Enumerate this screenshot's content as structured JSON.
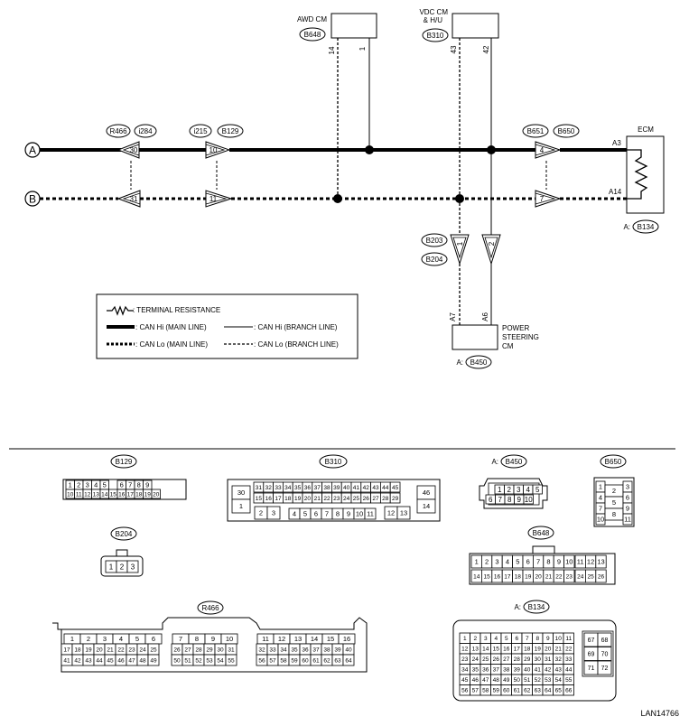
{
  "lines": {
    "a": "A",
    "b": "B"
  },
  "modules": {
    "awd": {
      "name": "AWD CM",
      "conn": "B648",
      "pin_lo": "14",
      "pin_hi": "1"
    },
    "vdc": {
      "name1": "VDC CM",
      "name2": "& H/U",
      "conn": "B310",
      "pin_lo": "43",
      "pin_hi": "42"
    },
    "ecm": {
      "name": "ECM",
      "pin_hi": "A3",
      "pin_lo": "A14",
      "conn": "B134",
      "conn_prefix": "A:"
    },
    "ps": {
      "name1": "POWER",
      "name2": "STEERING",
      "name3": "CM",
      "pin_lo": "A7",
      "pin_hi": "A6",
      "conn": "B450",
      "conn_prefix": "A:"
    }
  },
  "joints": {
    "j1": {
      "left": "R466",
      "right": "i284",
      "hi": "30",
      "lo": "31"
    },
    "j2": {
      "left": "i215",
      "right": "B129",
      "hi": "10",
      "lo": "11"
    },
    "j3": {
      "left": "B651",
      "right": "B650",
      "hi": "4",
      "lo": "7"
    },
    "j4": {
      "top": "B203",
      "bottom": "B204",
      "lo": "1",
      "hi": "2"
    }
  },
  "legend": {
    "terminal": ": TERMINAL RESISTANCE",
    "hi_main": ": CAN Hi (MAIN LINE)",
    "hi_branch": ": CAN Hi (BRANCH LINE)",
    "lo_main": ": CAN Lo (MAIN LINE)",
    "lo_branch": ": CAN Lo (BRANCH LINE)"
  },
  "connectors": {
    "b129": {
      "label": "B129",
      "row1": [
        "1",
        "2",
        "3",
        "4",
        "5",
        "",
        "6",
        "7",
        "8",
        "9"
      ],
      "row2": [
        "10",
        "11",
        "12",
        "13",
        "14",
        "15",
        "16",
        "17",
        "18",
        "19",
        "20"
      ]
    },
    "b310": {
      "label": "B310",
      "top": [
        "31",
        "32",
        "33",
        "34",
        "35",
        "36",
        "37",
        "38",
        "39",
        "40",
        "41",
        "42",
        "43",
        "44",
        "45"
      ],
      "mid": [
        "15",
        "16",
        "17",
        "18",
        "19",
        "20",
        "21",
        "22",
        "23",
        "24",
        "25",
        "26",
        "27",
        "28",
        "29"
      ],
      "bot": [
        "4",
        "5",
        "6",
        "7",
        "8",
        "9",
        "10",
        "11"
      ],
      "left_big": [
        "30",
        "1"
      ],
      "left_small": [
        "2",
        "3"
      ],
      "right_big": [
        "46",
        "14"
      ],
      "right_small": [
        "12",
        "13"
      ]
    },
    "b450": {
      "label": "B450",
      "prefix": "A:",
      "row1": [
        "1",
        "2",
        "3",
        "4",
        "5"
      ],
      "row2": [
        "6",
        "7",
        "8",
        "9",
        "10"
      ]
    },
    "b650": {
      "label": "B650",
      "col1": [
        "1",
        "4",
        "7",
        "10"
      ],
      "col2": [
        "2",
        "5",
        "8"
      ],
      "col3": [
        "3",
        "6",
        "9",
        "11"
      ]
    },
    "b204": {
      "label": "B204",
      "pins": [
        "1",
        "2",
        "3"
      ]
    },
    "b648": {
      "label": "B648",
      "row1": [
        "1",
        "2",
        "3",
        "4",
        "5",
        "6",
        "7",
        "8",
        "9",
        "10",
        "11",
        "12",
        "13"
      ],
      "row2": [
        "14",
        "15",
        "16",
        "17",
        "18",
        "19",
        "20",
        "21",
        "22",
        "23",
        "24",
        "25",
        "26"
      ]
    },
    "r466": {
      "label": "R466",
      "l1": [
        "1",
        "2",
        "3",
        "4",
        "5",
        "6"
      ],
      "l2": [
        "17",
        "18",
        "19",
        "20",
        "21",
        "22",
        "23",
        "24",
        "25"
      ],
      "l3": [
        "41",
        "42",
        "43",
        "44",
        "45",
        "46",
        "47",
        "48",
        "49"
      ],
      "m1": [
        "7",
        "8",
        "9",
        "10"
      ],
      "m2": [
        "26",
        "27",
        "28",
        "29",
        "30",
        "31"
      ],
      "m3": [
        "50",
        "51",
        "52",
        "53",
        "54",
        "55"
      ],
      "r1": [
        "11",
        "12",
        "13",
        "14",
        "15",
        "16"
      ],
      "r2": [
        "32",
        "33",
        "34",
        "35",
        "36",
        "37",
        "38",
        "39",
        "40"
      ],
      "r3": [
        "56",
        "57",
        "58",
        "59",
        "60",
        "61",
        "62",
        "63",
        "64"
      ]
    },
    "b134": {
      "label": "B134",
      "prefix": "A:",
      "rows": [
        [
          "1",
          "2",
          "3",
          "4",
          "5",
          "6",
          "7",
          "8",
          "9",
          "10",
          "11"
        ],
        [
          "12",
          "13",
          "14",
          "15",
          "16",
          "17",
          "18",
          "19",
          "20",
          "21",
          "22"
        ],
        [
          "23",
          "24",
          "25",
          "26",
          "27",
          "28",
          "29",
          "30",
          "31",
          "32",
          "33"
        ],
        [
          "34",
          "35",
          "36",
          "37",
          "38",
          "39",
          "40",
          "41",
          "42",
          "43",
          "44"
        ],
        [
          "45",
          "46",
          "47",
          "48",
          "49",
          "50",
          "51",
          "52",
          "53",
          "54",
          "55"
        ],
        [
          "56",
          "57",
          "58",
          "59",
          "60",
          "61",
          "62",
          "63",
          "64",
          "65",
          "66"
        ]
      ],
      "side": [
        [
          "67",
          "68"
        ],
        [
          "69",
          "70"
        ],
        [
          "71",
          "72"
        ]
      ]
    }
  },
  "footer": "LAN14766"
}
